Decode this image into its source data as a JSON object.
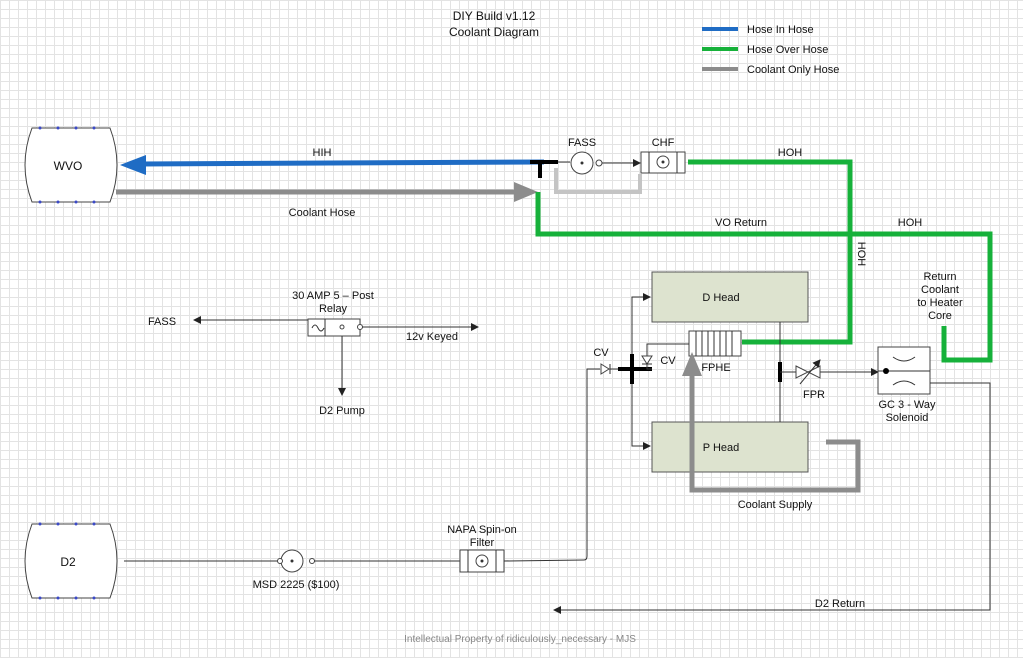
{
  "title": {
    "line1": "DIY Build v1.12",
    "line2": "Coolant Diagram"
  },
  "legend": [
    {
      "label": "Hose In Hose",
      "color": "#1f6cc4"
    },
    {
      "label": "Hose Over Hose",
      "color": "#16b13a"
    },
    {
      "label": "Coolant Only Hose",
      "color": "#8c8c8c"
    }
  ],
  "tanks": {
    "wvo": "WVO",
    "d2": "D2"
  },
  "labels": {
    "hih": "HIH",
    "coolant_hose": "Coolant Hose",
    "fass_top": "FASS",
    "chf": "CHF",
    "hoh_top": "HOH",
    "vo_return": "VO Return",
    "hoh_right": "HOH",
    "hoh_vertical": "HOH",
    "return_coolant": [
      "Return",
      "Coolant",
      "to Heater",
      "Core"
    ],
    "relay": [
      "30 AMP 5 – Post",
      "Relay"
    ],
    "fass_left": "FASS",
    "keyed": "12v Keyed",
    "d2_pump": "D2 Pump",
    "d_head": "D Head",
    "p_head": "P Head",
    "cv_left": "CV",
    "cv_right": "CV",
    "fphe": "FPHE",
    "fpr": "FPR",
    "solenoid": [
      "GC 3 - Way",
      "Solenoid"
    ],
    "coolant_supply": "Coolant Supply",
    "napa": [
      "NAPA Spin-on",
      "Filter"
    ],
    "msd": "MSD 2225 ($100)",
    "d2_return": "D2 Return"
  },
  "footer": "Intellectual Property of ridiculously_necessary - MJS"
}
